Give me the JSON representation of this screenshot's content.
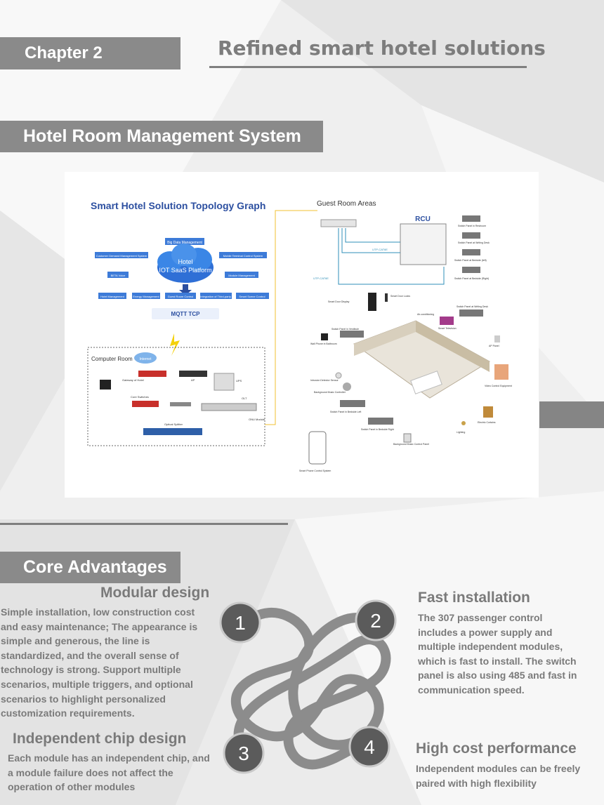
{
  "chapter_label": "Chapter 2",
  "page_title": "Refined smart hotel solutions",
  "section_title": "Hotel Room Management System",
  "diagram": {
    "title": "Smart Hotel Solution Topology Graph",
    "guest_area_title": "Guest Room Areas",
    "rcu_label": "RCU",
    "big_data": "Big Data Management",
    "cloud_line1": "Hotel",
    "cloud_line2": "IOT SaaS Platform",
    "left_box1": "Customer Demand Management System",
    "right_box1": "Mobile Terminal Control System",
    "left_box2": "BETA Voice",
    "right_box2": "Module Management",
    "bottom_boxes": [
      "Hotel Management",
      "Energy Management",
      "Guest Room Control",
      "Integration of Third-party",
      "Smart Scene Control"
    ],
    "protocol": "MQTT  TCP",
    "computer_room": "Computer Room",
    "internet": "Internet",
    "gateway": "Gateway of Hotel",
    "ap": "AP",
    "core_switches": "Core Switches",
    "ups": "UPS",
    "olt": "OLT",
    "optical_splitter": "Optical Splitter",
    "onu_module": "ONU Module",
    "utp_cat6": "UTP-CAT6E",
    "guest_labels": [
      "Switch Panel in Restroom",
      "Switch Panel at Writing Desk",
      "Switch Panel at Bedside (left)",
      "Switch Panel at Bedside (Right)",
      "Smart Door Display",
      "Smart Door Locks",
      "Air-conditioning",
      "Switch Panel at Writing Desk",
      "Switch Panel in Vestibule",
      "Smart Television",
      "Wall Phone in Bathroom",
      "AP Panel",
      "Intrusion Detector Sensor",
      "Background Music Controller",
      "Video Control Equipment",
      "Switch Panel in Bedside Left",
      "Electric Curtains",
      "Switch Panel in Bedside Right",
      "Lighting",
      "Background Music Control Panel",
      "Smart Phone Control System"
    ]
  },
  "core_title": "Core Advantages",
  "advantages": {
    "modular": {
      "title": "Modular design",
      "lines": [
        "Simple installation, low construction cost",
        "and easy maintenance; The appearance is",
        "simple and generous, the line is",
        "standardized, and the overall sense of",
        "technology is strong. Support multiple",
        "scenarios, multiple triggers, and optional",
        "scenarios to highlight personalized",
        "customization requirements."
      ]
    },
    "independent": {
      "title": "Independent chip design",
      "lines": [
        "Each module has an independent chip, and",
        "a module failure does not affect the",
        "operation of other modules"
      ]
    },
    "fast": {
      "title": "Fast installation",
      "lines": [
        "The 307 passenger control",
        "includes a power supply and",
        "multiple independent modules,",
        "which is fast to install. The switch",
        "panel is also using 485 and fast in",
        "communication speed."
      ]
    },
    "cost": {
      "title": "High cost performance",
      "lines": [
        "Independent modules can be freely",
        "paired with high flexibility"
      ]
    }
  },
  "knot_numbers": [
    "1",
    "2",
    "3",
    "4"
  ],
  "colors": {
    "bar": "#8a8a8a",
    "text_grey": "#7a7a7a",
    "knot_grey": "#898989",
    "circle_dark": "#5b5b5b",
    "accent_blue": "#2c4fa0"
  }
}
